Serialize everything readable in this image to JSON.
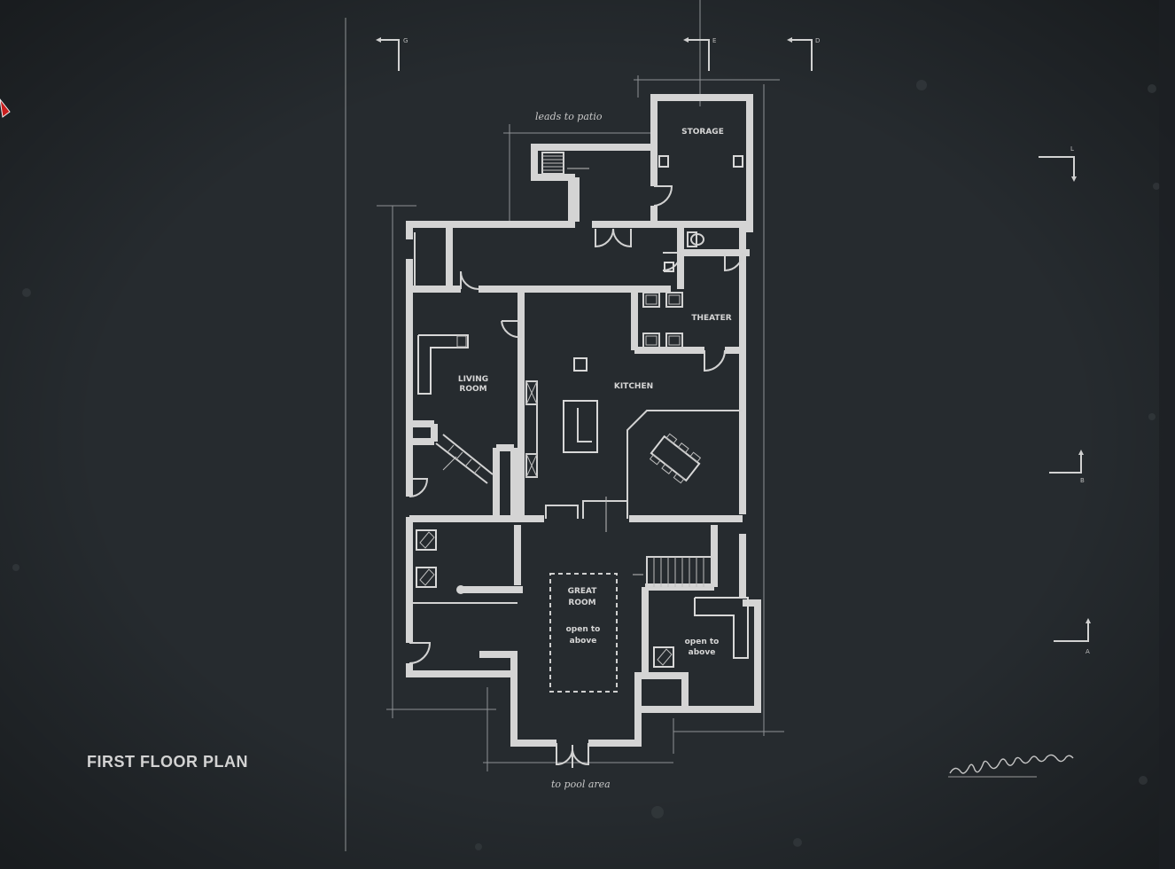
{
  "title": "FIRST FLOOR PLAN",
  "rooms": {
    "storage": "STORAGE",
    "theater": "THEATER",
    "living_line1": "LIVING",
    "living_line2": "ROOM",
    "kitchen": "KITCHEN",
    "great_line1": "GREAT",
    "great_line2": "ROOM",
    "great_open1": "open to",
    "great_open2": "above",
    "open_right1": "open to",
    "open_right2": "above"
  },
  "notes": {
    "leads_to_patio": "leads to patio",
    "to_pool_area": "to pool area"
  },
  "section_marks": {
    "g": "G",
    "e": "E",
    "d": "D",
    "l": "L",
    "b": "B",
    "a": "A"
  },
  "colors": {
    "background": "#23282c",
    "lines": "#d4d4d4"
  }
}
